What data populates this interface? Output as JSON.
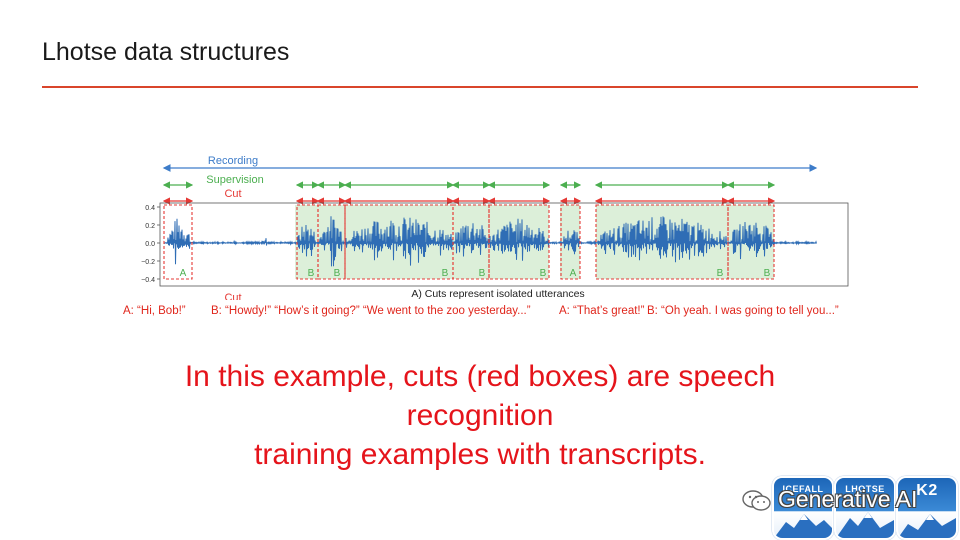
{
  "slide": {
    "title": "Lhotse data structures"
  },
  "diagram": {
    "legend": {
      "recording": "Recording",
      "supervision": "Supervision",
      "cut": "Cut",
      "cut_partial": "Cut"
    },
    "caption": "A) Cuts represent isolated utterances",
    "y_ticks": [
      "0.4",
      "0.2",
      "0.0",
      "−0.2",
      "−0.4"
    ],
    "cut_labels": [
      "A",
      "B",
      "B",
      "B",
      "B",
      "B",
      "A",
      "B",
      "B"
    ],
    "colors": {
      "recording": "#3d7cc9",
      "supervision": "#4caf50",
      "cut": "#e53935",
      "waveform": "#2f6db5",
      "region_fill": "#dcefd9"
    }
  },
  "transcripts": {
    "t1": "A: “Hi, Bob!”",
    "t2": "B: “Howdy!” “How’s it going?” “We went to the zoo yesterday...”",
    "t3": "A: “That’s great!”",
    "t4": "B: “Oh yeah. I was going to tell you...”"
  },
  "caption": {
    "line1": "In this example, cuts (red boxes) are speech",
    "line2": "recognition",
    "line3": "training examples with transcripts."
  },
  "branding": {
    "logos": [
      "ICEFALL",
      "LHOTSE",
      "K2"
    ],
    "watermark": "Generative AI",
    "wechat_icon": "wechat-icon"
  }
}
